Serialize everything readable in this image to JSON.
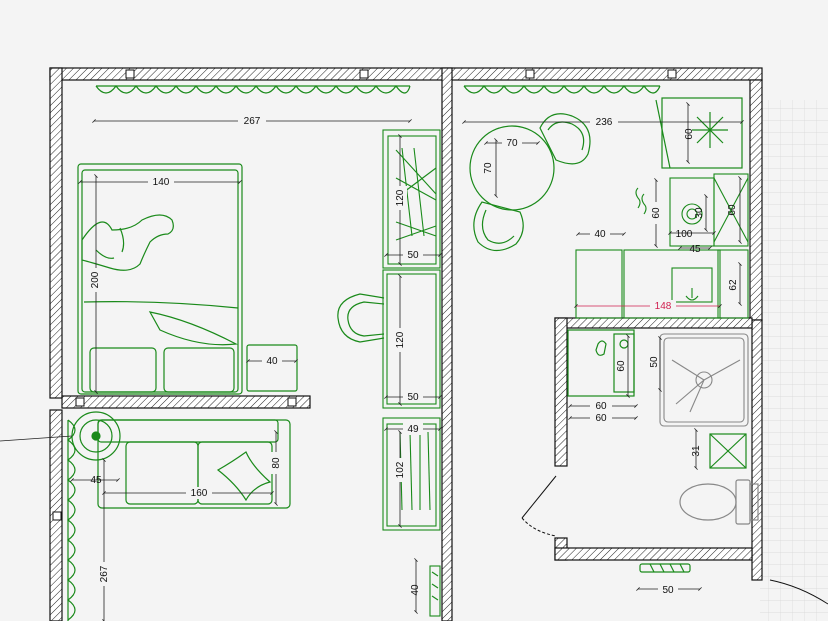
{
  "colors": {
    "wall": "#111111",
    "furniture": "#1a8a1a",
    "dimension": "#222222",
    "highlight": "#d02050",
    "grid": "#d6d6d6",
    "background": "#f4f4f4"
  },
  "dimensions": {
    "bedroom_width": "267",
    "bed_width": "140",
    "bed_length": "200",
    "nightstand": "40",
    "wardrobe_upper_depth": "120",
    "wardrobe_upper_width": "50",
    "desk_depth": "120",
    "desk_width": "50",
    "shelf_width": "49",
    "shelf_depth": "102",
    "lower_small": "40",
    "living_width": "267",
    "sofa_width": "160",
    "sofa_depth": "80",
    "lamp_offset": "45",
    "kitchen_width": "236",
    "table_width": "70",
    "table_depth": "70",
    "fridge": "60",
    "counter_offset": "40",
    "counter_depth": "60",
    "counter_length": "100",
    "hob": "30",
    "tall_unit": "60",
    "counter_45": "45",
    "sink_62": "62",
    "counter_total": "148",
    "washer": "60",
    "basin_60a": "60",
    "basin_60b": "60",
    "shower": "50",
    "bath_31": "31",
    "radiator": "50"
  }
}
